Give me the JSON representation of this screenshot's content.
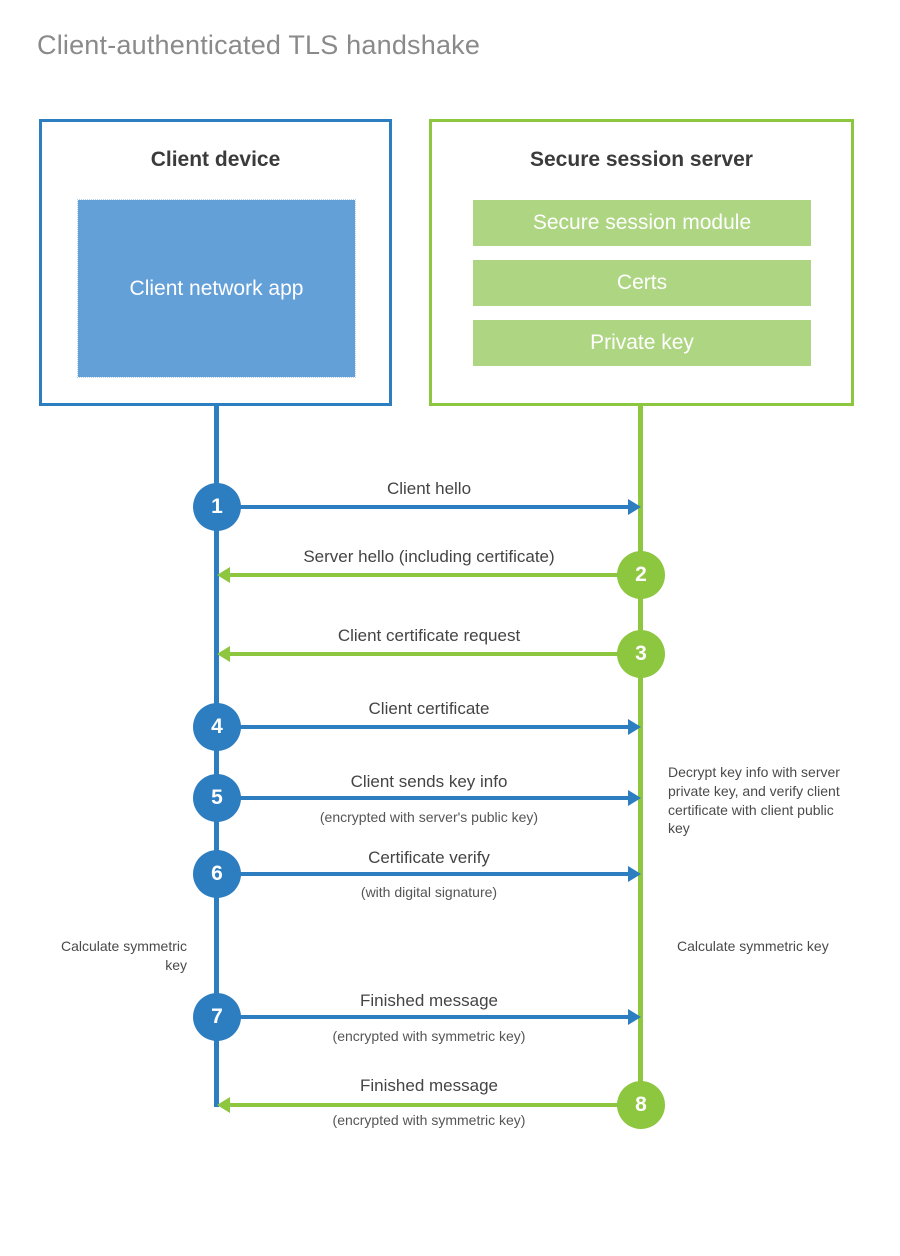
{
  "title": "Client-authenticated TLS handshake",
  "parties": {
    "client": {
      "title": "Client device",
      "app_label": "Client network app"
    },
    "server": {
      "title": "Secure session server",
      "modules": [
        {
          "label": "Secure session module"
        },
        {
          "label": "Certs"
        },
        {
          "label": "Private key"
        }
      ]
    }
  },
  "steps": [
    {
      "number": "1",
      "label": "Client hello",
      "sub": "",
      "direction": "client-to-server",
      "color": "#2d7dc1"
    },
    {
      "number": "2",
      "label": "Server hello (including certificate)",
      "sub": "",
      "direction": "server-to-client",
      "color": "#8dc63f"
    },
    {
      "number": "3",
      "label": "Client certificate request",
      "sub": "",
      "direction": "server-to-client",
      "color": "#8dc63f"
    },
    {
      "number": "4",
      "label": "Client certificate",
      "sub": "",
      "direction": "client-to-server",
      "color": "#2d7dc1"
    },
    {
      "number": "5",
      "label": "Client sends key info",
      "sub": "(encrypted with server's public key)",
      "direction": "client-to-server",
      "color": "#2d7dc1"
    },
    {
      "number": "6",
      "label": "Certificate verify",
      "sub": "(with digital signature)",
      "direction": "client-to-server",
      "color": "#2d7dc1"
    },
    {
      "number": "7",
      "label": "Finished message",
      "sub": "(encrypted with symmetric key)",
      "direction": "client-to-server",
      "color": "#2d7dc1"
    },
    {
      "number": "8",
      "label": "Finished message",
      "sub": "(encrypted with symmetric key)",
      "direction": "server-to-client",
      "color": "#8dc63f"
    }
  ],
  "annotations": {
    "server_decrypt": "Decrypt key info with server private key, and verify client certificate with client public key",
    "client_calculate": "Calculate symmetric key",
    "server_calculate": "Calculate symmetric key"
  },
  "colors": {
    "client_accent": "#2d7dc1",
    "server_accent": "#8dc63f",
    "client_app_fill": "#64a0d8",
    "server_module_fill": "#aed581",
    "title_text": "#8a8a8a"
  }
}
